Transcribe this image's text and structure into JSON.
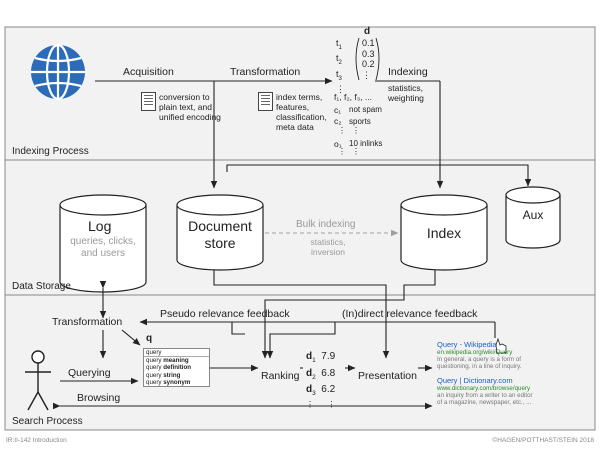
{
  "sections": {
    "indexing": "Indexing Process",
    "storage": "Data Storage",
    "search": "Search Process"
  },
  "indexing": {
    "acquisition": "Acquisition",
    "acquisition_note": [
      "conversion to",
      "plain text, and",
      "unified encoding"
    ],
    "transformation": "Transformation",
    "transformation_note": [
      "index terms,",
      "features,",
      "classification,",
      "meta data"
    ],
    "indexing": "Indexing",
    "indexing_note": [
      "statistics,",
      "weighting"
    ],
    "d_label": "d",
    "t_labels": [
      "t",
      "t",
      "t",
      "⋮"
    ],
    "t_subs": [
      "1",
      "2",
      "3",
      ""
    ],
    "vector": [
      "0.1",
      "0.3",
      "0.2",
      "⋮"
    ],
    "features_row": "f₁, f₂, f₃, ...",
    "c1": "c₁",
    "c1_value": "not spam",
    "c2": "c₂",
    "c2_value": "sports",
    "dots": "⋮",
    "o1": "o₁",
    "o1_value": "10 inlinks"
  },
  "storage": {
    "log_title": "Log",
    "log_sub": [
      "queries, clicks,",
      "and users"
    ],
    "docstore_title": [
      "Document",
      "store"
    ],
    "bulk": "Bulk indexing",
    "bulk_sub": [
      "statistics,",
      "inversion"
    ],
    "index_title": "Index",
    "aux_title": "Aux"
  },
  "search": {
    "transformation": "Transformation",
    "pseudo": "Pseudo relevance feedback",
    "indirect": "(In)direct relevance feedback",
    "q": "q",
    "querying": "Querying",
    "browsing": "Browsing",
    "ranking": "Ranking",
    "presentation": "Presentation",
    "ranking_docs": [
      {
        "d": "d",
        "sub": "1",
        "score": "7.9"
      },
      {
        "d": "d",
        "sub": "2",
        "score": "6.8"
      },
      {
        "d": "d",
        "sub": "3",
        "score": "6.2"
      }
    ],
    "query_box": {
      "input": "query",
      "rows": [
        {
          "prefix": "query ",
          "bold": "meaning"
        },
        {
          "prefix": "query ",
          "bold": "definition"
        },
        {
          "prefix": "query ",
          "bold": "string"
        },
        {
          "prefix": "query ",
          "bold": "synonym"
        }
      ]
    },
    "results": [
      {
        "title": "Query - Wikipedia",
        "url": "en.wikipedia.org/wiki/Query",
        "text": [
          "In general, a query is a form of",
          "questioning, in a line of inquiry."
        ]
      },
      {
        "title": "Query | Dictionary.com",
        "url": "www.dictionary.com/browse/query",
        "text": [
          "an inquiry from a writer to an editor",
          "of a magazine, newspaper, etc., ..."
        ]
      }
    ]
  },
  "footer": {
    "left": "IR:II-142   Introduction",
    "right": "©HAGEN/POTTHAST/STEIN 2018"
  },
  "colors": {
    "panel_fill": "#f2f2f2",
    "panel_stroke": "#888888",
    "arrow": "#222222",
    "dashed": "#a0a0a0",
    "globe": "#2b6bb8",
    "link": "#1a5fc9",
    "url": "#2c8a2c"
  },
  "icons": [
    "globe-icon",
    "document-icon",
    "stick-figure-icon",
    "cursor-hand-icon",
    "magnifier-icon"
  ]
}
